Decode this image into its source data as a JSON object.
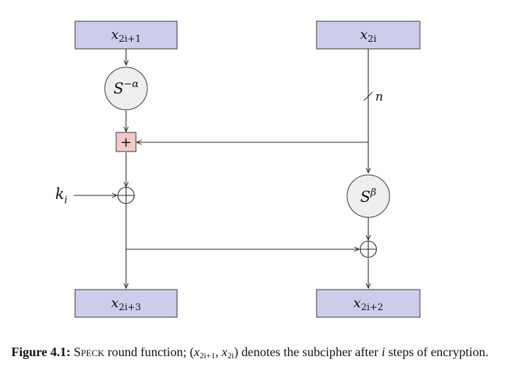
{
  "nodes": {
    "x_left_top": {
      "base": "x",
      "sub": "2i+1"
    },
    "x_right_top": {
      "base": "x",
      "sub": "2i"
    },
    "x_left_bottom": {
      "base": "x",
      "sub": "2i+3"
    },
    "x_right_bottom": {
      "base": "x",
      "sub": "2i+2"
    },
    "rot_alpha": {
      "base": "S",
      "sup": "−α"
    },
    "rot_beta": {
      "base": "S",
      "sup": "β"
    },
    "add_symbol": "+",
    "wire_width_label": "n",
    "key_label": {
      "base": "k",
      "sub": "i"
    }
  },
  "caption": {
    "figure_label": "Figure 4.1:",
    "cipher_name": "Speck",
    "text_before_pair": "round function;",
    "pair_open": "(",
    "pair_first_base": "x",
    "pair_first_sub": "2i+1",
    "pair_sep": ",",
    "pair_second_base": "x",
    "pair_second_sub": "2i",
    "pair_close": ")",
    "text_after_pair": "denotes the subcipher after",
    "step_var": "i",
    "text_end": "steps of encryption."
  },
  "colors": {
    "register_fill": "#cdcdeb",
    "adder_fill": "#f2c8c8",
    "rotation_fill": "#eeeeee",
    "stroke": "#333333"
  }
}
